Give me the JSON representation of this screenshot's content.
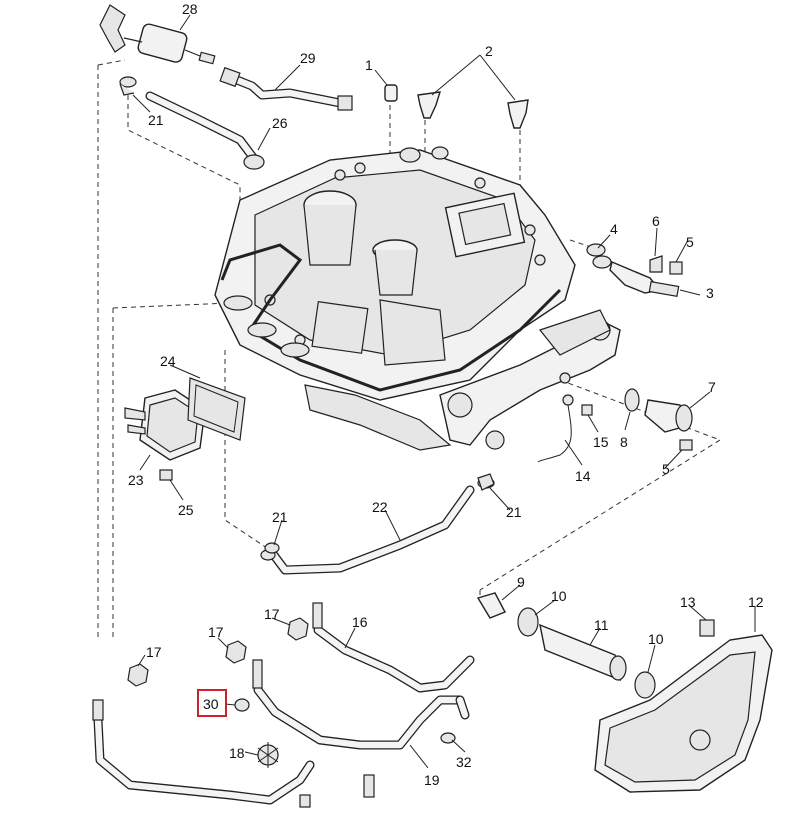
{
  "callouts": {
    "c1": "1",
    "c2": "2",
    "c3": "3",
    "c4": "4",
    "c5a": "5",
    "c5b": "5",
    "c6": "6",
    "c7": "7",
    "c8": "8",
    "c9": "9",
    "c10a": "10",
    "c10b": "10",
    "c11": "11",
    "c12": "12",
    "c13": "13",
    "c14": "14",
    "c15": "15",
    "c16": "16",
    "c17a": "17",
    "c17b": "17",
    "c17c": "17",
    "c18": "18",
    "c19": "19",
    "c21a": "21",
    "c21b": "21",
    "c21c": "21",
    "c22": "22",
    "c23": "23",
    "c24": "24",
    "c25": "25",
    "c26": "26",
    "c28": "28",
    "c29": "29",
    "c30": "30",
    "c32": "32"
  },
  "highlight": {
    "callout": "30",
    "color": "#d0202a"
  }
}
